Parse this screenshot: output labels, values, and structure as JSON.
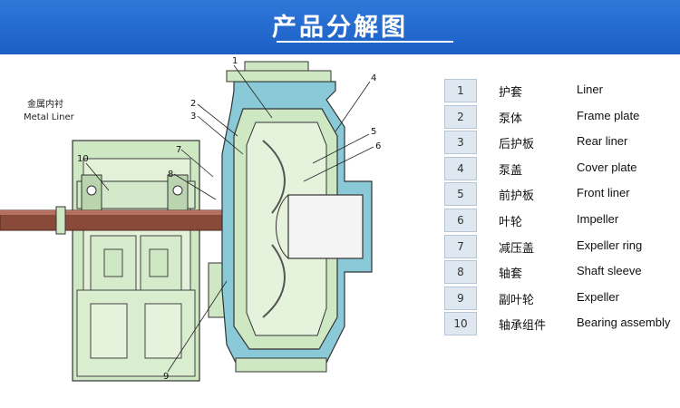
{
  "header": {
    "title": "产品分解图"
  },
  "diagram": {
    "side_label_cn": "金属内衬",
    "side_label_en": "Metal Liner",
    "callouts": [
      "1",
      "2",
      "3",
      "4",
      "5",
      "6",
      "7",
      "8",
      "9",
      "10"
    ]
  },
  "parts": [
    {
      "num": "1",
      "cn": "护套",
      "en": "Liner"
    },
    {
      "num": "2",
      "cn": "泵体",
      "en": "Frame plate"
    },
    {
      "num": "3",
      "cn": "后护板",
      "en": "Rear liner"
    },
    {
      "num": "4",
      "cn": "泵盖",
      "en": "Cover plate"
    },
    {
      "num": "5",
      "cn": "前护板",
      "en": "Front liner"
    },
    {
      "num": "6",
      "cn": "叶轮",
      "en": "Impeller"
    },
    {
      "num": "7",
      "cn": "减压盖",
      "en": "Expeller ring"
    },
    {
      "num": "8",
      "cn": "轴套",
      "en": "Shaft  sleeve"
    },
    {
      "num": "9",
      "cn": "副叶轮",
      "en": "Expeller"
    },
    {
      "num": "10",
      "cn": "轴承组件",
      "en": "Bearing assembly"
    }
  ],
  "colors": {
    "header": "#2468d0",
    "pump_fill": "#cfe8c4",
    "casing": "#8ac9d8",
    "shaft": "#8a4a3a"
  }
}
